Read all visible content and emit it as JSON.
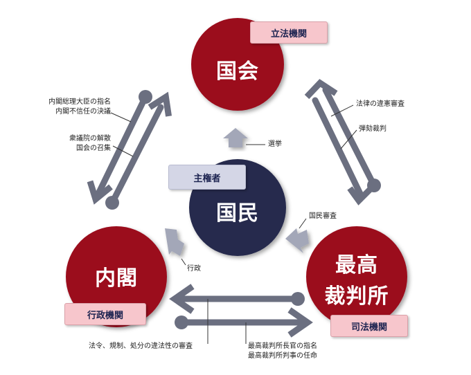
{
  "nodes": {
    "diet": {
      "name": "国会",
      "tag": "立法機関",
      "color": "#9b0a1e"
    },
    "people": {
      "name": "国民",
      "tag": "主権者",
      "color": "#262a4d"
    },
    "cabinet": {
      "name": "内閣",
      "tag": "行政機関",
      "color": "#9b0a1e"
    },
    "court": {
      "name_line1": "最高",
      "name_line2": "裁判所",
      "tag": "司法機関",
      "color": "#9b0a1e"
    }
  },
  "annotations": {
    "cabinet_to_diet_1": "内閣総理大臣の指名",
    "cabinet_to_diet_2": "内閣不信任の決議",
    "diet_to_cabinet_1": "衆議院の解散",
    "diet_to_cabinet_2": "国会の召集",
    "diet_court_1": "法律の違憲審査",
    "diet_court_2": "弾劾裁判",
    "election": "選挙",
    "review": "国民審査",
    "administration": "行政",
    "court_to_cabinet": "法令、規制、処分の違法性の審査",
    "cabinet_to_court_1": "最高裁判所長官の指名",
    "cabinet_to_court_2": "最高裁判所判事の任命"
  },
  "colors": {
    "arrow": "#6b6f80",
    "arrow_light": "#a3a7b8",
    "tag_pink": "#f7c6cc",
    "tag_gray": "#d4d6e6"
  }
}
